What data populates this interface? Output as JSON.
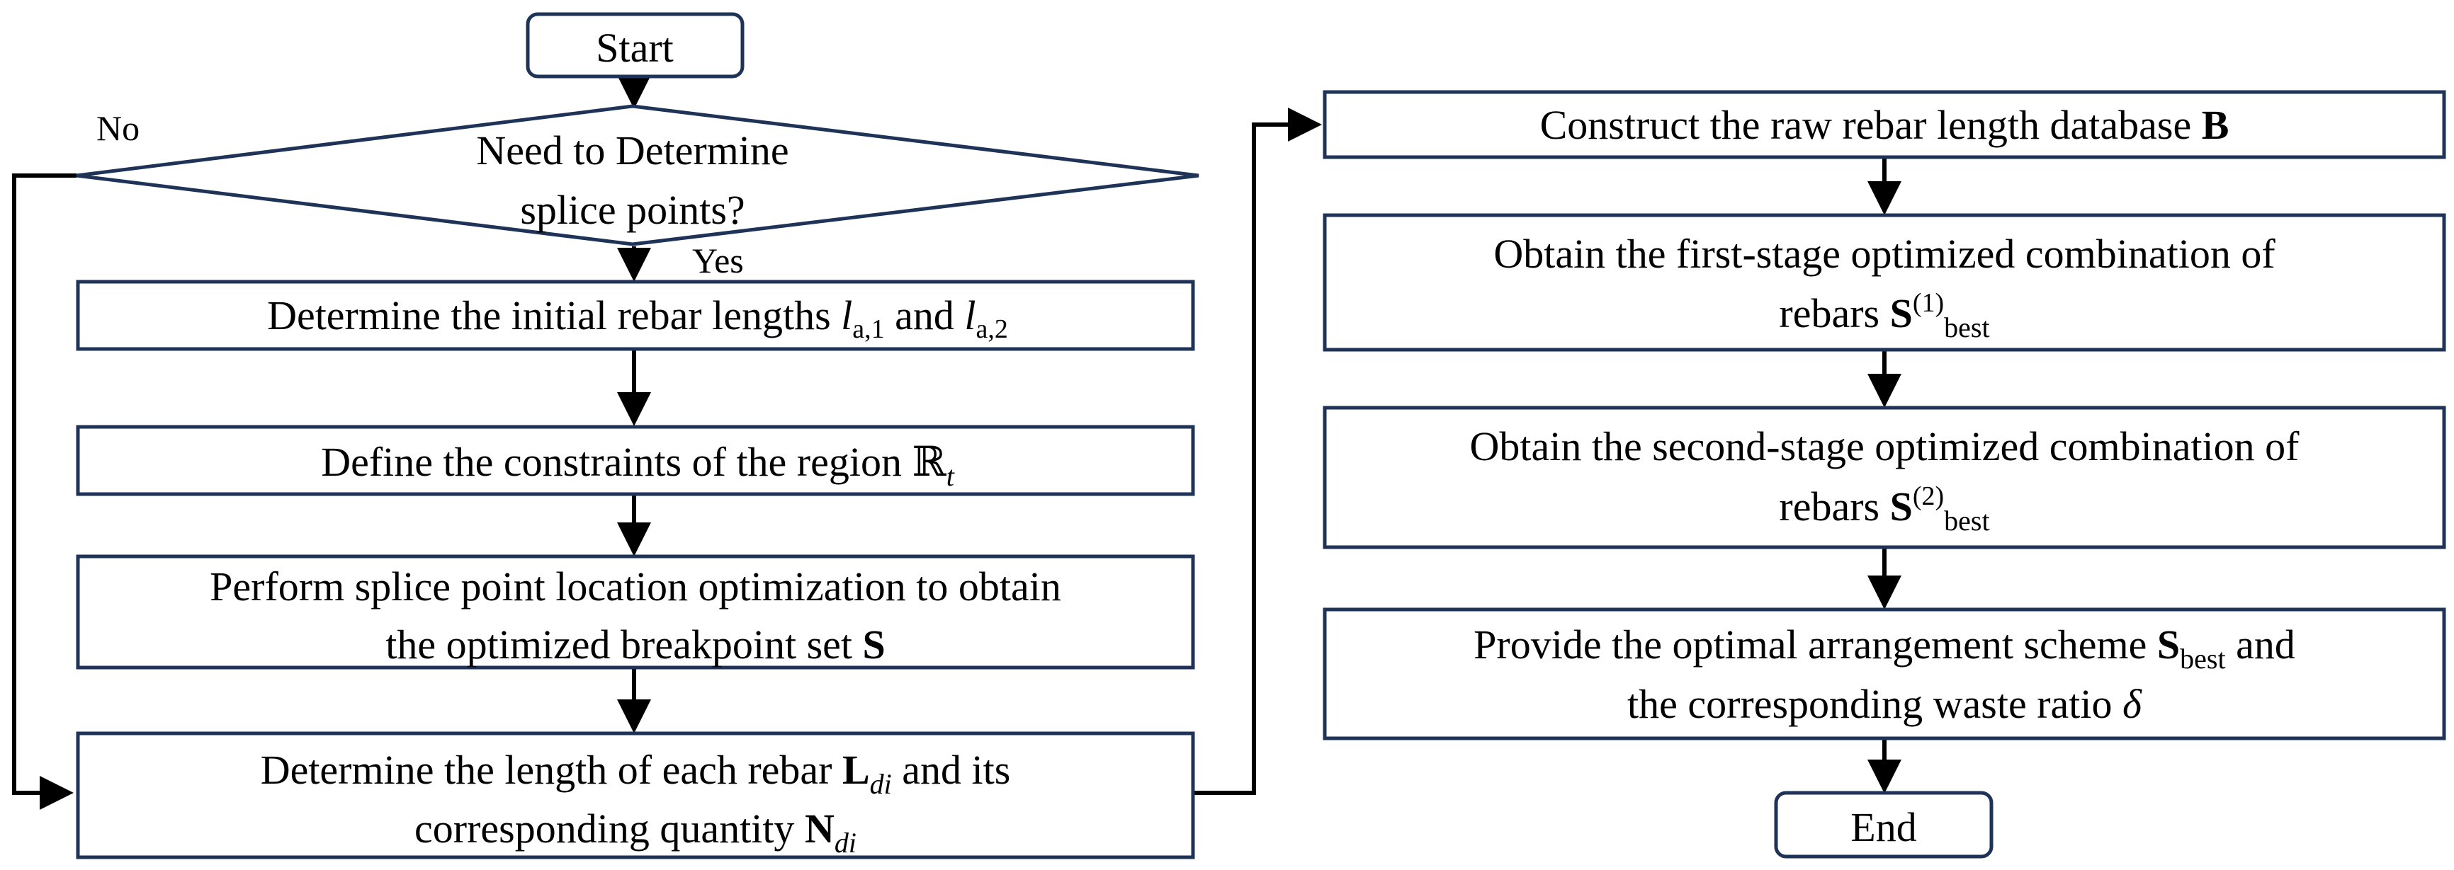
{
  "nodes": {
    "start": {
      "label": "Start"
    },
    "decision": {
      "line1": "Need to Determine",
      "line2": "splice points?"
    },
    "initial_lengths": {
      "prefix": "Determine the initial rebar lengths ",
      "sym1": "l",
      "sub1": "a,1",
      "mid": " and ",
      "sym2": "l",
      "sub2": "a,2"
    },
    "constraints": {
      "prefix": "Define the constraints of the region ",
      "sym": "ℝ",
      "sub": "t"
    },
    "splice_opt": {
      "line1": "Perform splice point location optimization to obtain",
      "line2_prefix": "the optimized breakpoint set ",
      "line2_sym": "S"
    },
    "length_each": {
      "line1_prefix": "Determine the length of each rebar ",
      "line1_sym": "L",
      "line1_sub": "di",
      "line1_suffix": " and its",
      "line2_prefix": "corresponding quantity ",
      "line2_sym": "N",
      "line2_sub": "di"
    },
    "database": {
      "prefix": "Construct the raw rebar length database ",
      "sym": "B"
    },
    "first_stage": {
      "line1": "Obtain the first-stage optimized combination of",
      "line2_prefix": "rebars ",
      "sym": "S",
      "sup": "(1)",
      "sub": "best"
    },
    "second_stage": {
      "line1": "Obtain the second-stage optimized combination of",
      "line2_prefix": "rebars  ",
      "sym": "S",
      "sup": "(2)",
      "sub": "best"
    },
    "optimal": {
      "line1_prefix": "Provide the optimal arrangement scheme ",
      "line1_sym": "S",
      "line1_sub": "best",
      "line1_suffix": " and",
      "line2_prefix": "the corresponding waste ratio ",
      "line2_sym": "δ"
    },
    "end": {
      "label": "End"
    }
  },
  "edge_labels": {
    "no": "No",
    "yes": "Yes"
  }
}
